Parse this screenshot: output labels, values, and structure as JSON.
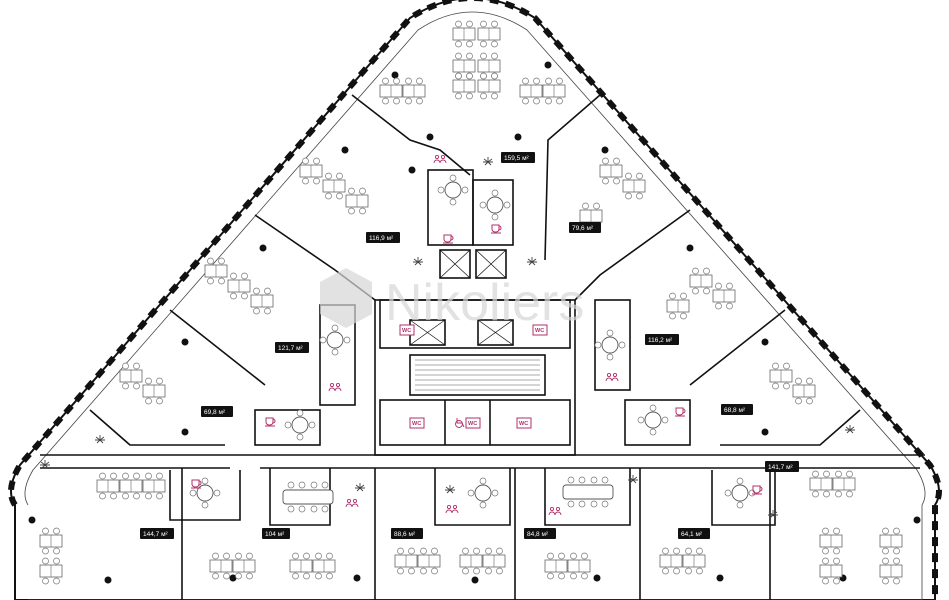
{
  "watermark": {
    "brand": "Nikoliers"
  },
  "colors": {
    "wall": "#111111",
    "accent": "#b0306a",
    "area_badge": "#111111",
    "furniture": "#666666"
  },
  "areas": [
    {
      "id": "north",
      "label": "159,5 м²"
    },
    {
      "id": "nw-upper",
      "label": "116,9 м²"
    },
    {
      "id": "ne-upper",
      "label": "79,6 м²"
    },
    {
      "id": "west-mid",
      "label": "121,7 м²"
    },
    {
      "id": "east-mid",
      "label": "116,2 м²"
    },
    {
      "id": "west-lower",
      "label": "69,8 м²"
    },
    {
      "id": "east-lower",
      "label": "68,8 м²"
    },
    {
      "id": "east-tip",
      "label": "141,7 м²"
    },
    {
      "id": "sw",
      "label": "144,7 м²"
    },
    {
      "id": "s1",
      "label": "104 м²"
    },
    {
      "id": "s2",
      "label": "88,6 м²"
    },
    {
      "id": "s3",
      "label": "84,8 м²"
    },
    {
      "id": "s4",
      "label": "64,1 м²"
    }
  ],
  "wc": {
    "label": "WC"
  },
  "icons": [
    "coffee-icon",
    "plant-icon",
    "people-icon",
    "wheelchair-icon"
  ]
}
